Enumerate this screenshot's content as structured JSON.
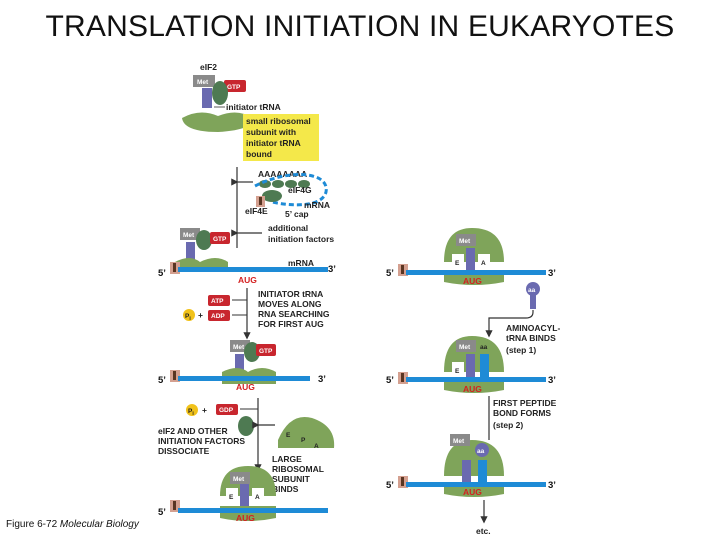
{
  "title": "TRANSLATION INITIATION IN EUKARYOTES",
  "caption": {
    "figure": "Figure 6-72",
    "source": "Molecular Biology"
  },
  "labels": {
    "eif2": "eIF2",
    "met": "Met",
    "gtp": "GTP",
    "gdp": "GDP",
    "atp": "ATP",
    "adp": "ADP",
    "pi": "P",
    "pi_sub": "i",
    "plus": "+",
    "initiator_trna": "initiator tRNA",
    "small_subunit_box": [
      "small ribosomal",
      "subunit with",
      "initiator tRNA",
      "bound"
    ],
    "polya": "AAAAAAAA",
    "eif4g": "eIF4G",
    "eif4e": "eIF4E",
    "mrna": "mRNA",
    "cap": "5’ cap",
    "additional": [
      "additional",
      "initiation factors"
    ],
    "five_prime": "5’",
    "three_prime": "3’",
    "aug": "AUG",
    "scanning": [
      "INITIATOR tRNA",
      "MOVES ALONG",
      "RNA SEARCHING",
      "FOR FIRST AUG"
    ],
    "dissociate": [
      "eIF2 AND OTHER",
      "INITIATION FACTORS",
      "DISSOCIATE"
    ],
    "large_binds": [
      "LARGE",
      "RIBOSOMAL",
      "SUBUNIT",
      "BINDS"
    ],
    "site_e": "E",
    "site_p": "P",
    "site_a": "A",
    "aa": "aa",
    "aminoacyl": [
      "AMINOACYL-",
      "tRNA BINDS",
      "(step 1)"
    ],
    "peptide": [
      "FIRST PEPTIDE",
      "BOND FORMS",
      "(step 2)"
    ],
    "etc": "etc."
  },
  "colors": {
    "ribosome": "#7fa45a",
    "ribosome_dark": "#55803a",
    "mrna": "#1e8bd6",
    "trna": "#6a6ab0",
    "trna_dark": "#4a4a94",
    "gtp": "#c8262e",
    "met": "#8a8a8a",
    "cap": "#5a3522",
    "cap_box": "#d4a090",
    "highlight": "#f4e84a",
    "factor": "#4e7a52",
    "pi": "#f1c21a"
  }
}
